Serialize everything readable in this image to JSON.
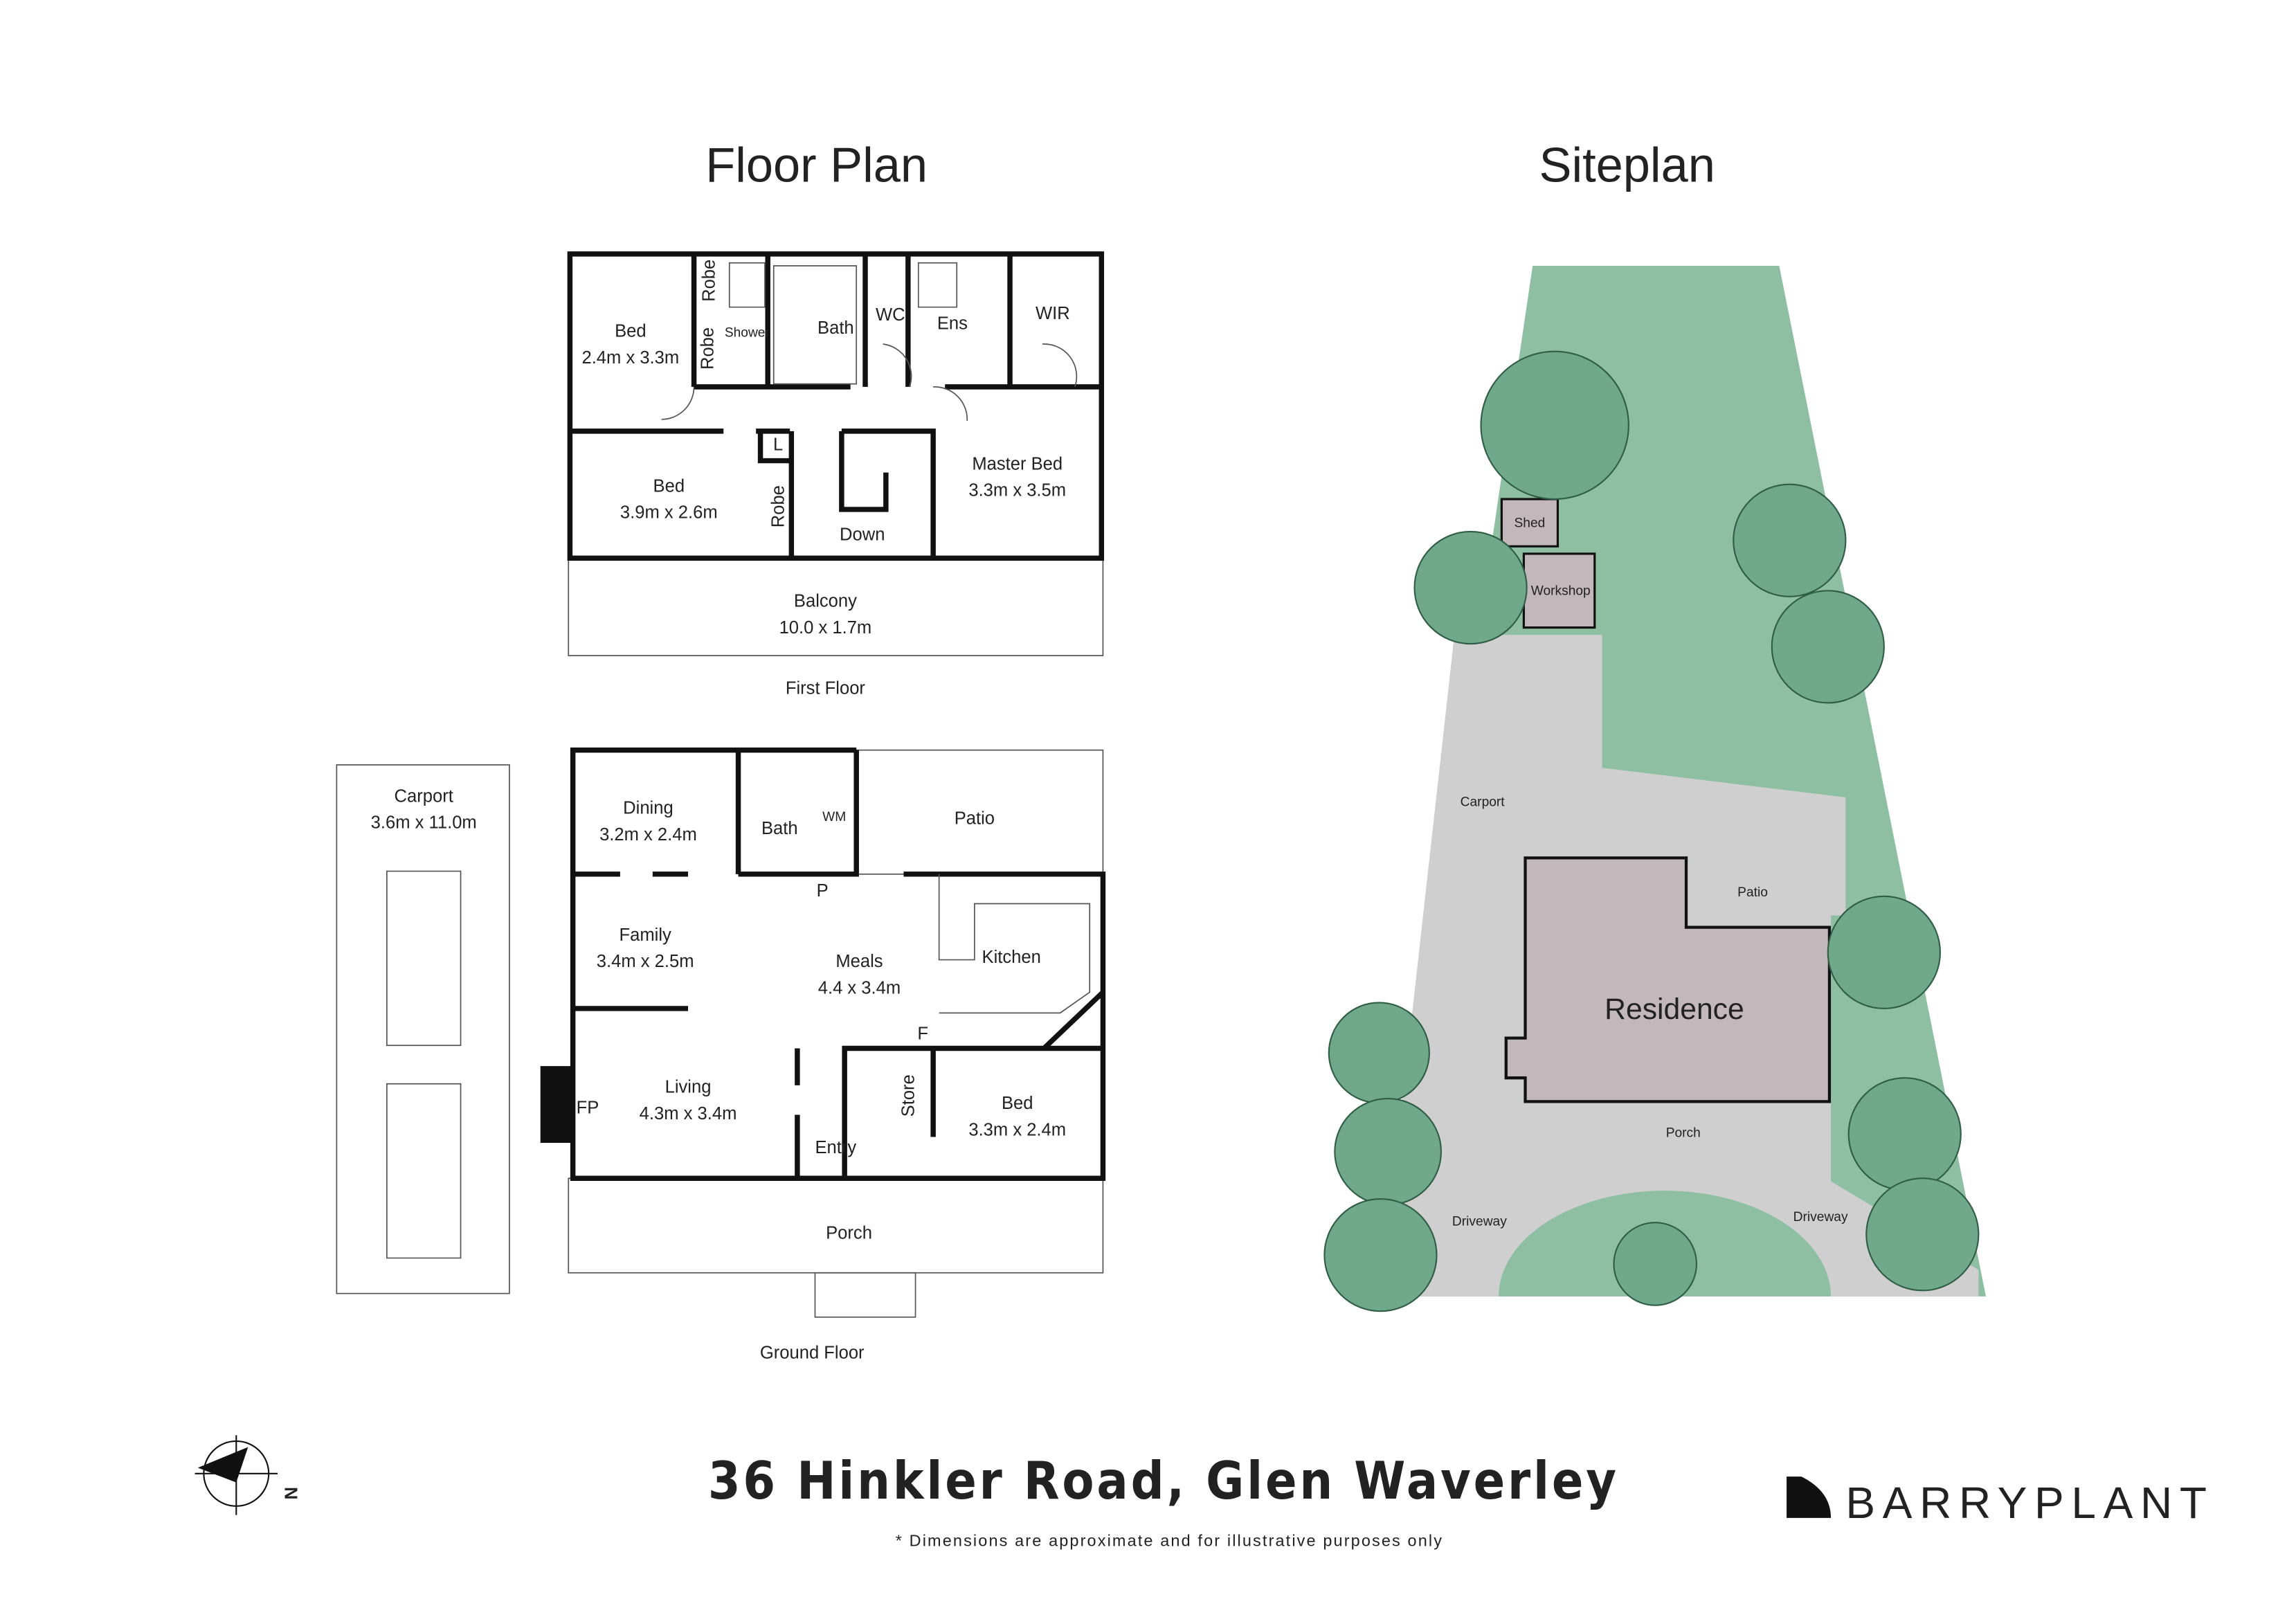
{
  "floor_plan": {
    "title": "Floor Plan",
    "first_floor": {
      "label": "First Floor",
      "rooms": [
        {
          "name": "Bed",
          "dims": "2.4m x 3.3m"
        },
        {
          "name": "Bed",
          "dims": "3.9m x 2.6m"
        },
        {
          "name": "Master Bed",
          "dims": "3.3m x 3.5m"
        },
        {
          "name": "Balcony",
          "dims": "10.0 x 1.7m"
        }
      ],
      "labels": [
        "Robe",
        "Robe",
        "Shower",
        "Bath",
        "WC",
        "Ens",
        "WIR",
        "L",
        "Robe",
        "Down"
      ]
    },
    "ground_floor": {
      "label": "Ground Floor",
      "rooms": [
        {
          "name": "Dining",
          "dims": "3.2m x 2.4m"
        },
        {
          "name": "Family",
          "dims": "3.4m x 2.5m"
        },
        {
          "name": "Meals",
          "dims": "4.4 x 3.4m"
        },
        {
          "name": "Living",
          "dims": "4.3m x 3.4m"
        },
        {
          "name": "Bed",
          "dims": "3.3m x 2.4m"
        },
        {
          "name": "Carport",
          "dims": "3.6m x 11.0m"
        }
      ],
      "labels": [
        "Bath",
        "WM",
        "P",
        "Patio",
        "Kitchen",
        "F",
        "FP",
        "Store",
        "Entry",
        "Porch"
      ]
    }
  },
  "siteplan": {
    "title": "Siteplan",
    "labels": [
      "Shed",
      "Workshop",
      "Carport",
      "Patio",
      "Residence",
      "Porch",
      "Driveway",
      "Driveway"
    ],
    "colors": {
      "garden": "#8fbfa3",
      "paving": "#cfcfcf",
      "residence": "#c2b8bc",
      "tree": "#6fa88a"
    }
  },
  "footer": {
    "address": "36 Hinkler Road, Glen Waverley",
    "disclaimer": "* Dimensions are approximate and for illustrative purposes only",
    "brand": "BARRYPLANT",
    "compass_label": "N",
    "compass_icon": "north-arrow-icon"
  }
}
